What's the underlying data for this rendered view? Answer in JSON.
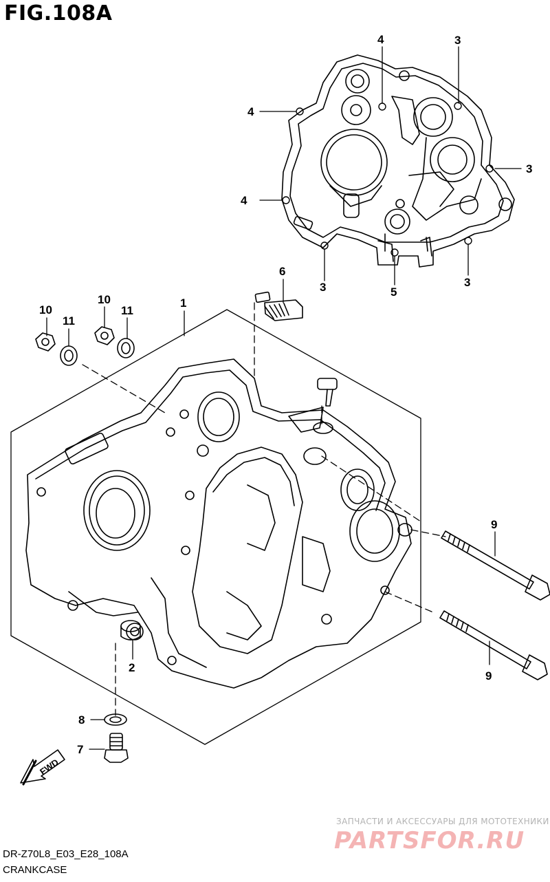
{
  "figure": {
    "title": "FIG.108A"
  },
  "callouts": {
    "c1": "1",
    "c2": "2",
    "c3a": "3",
    "c3b": "3",
    "c3c": "3",
    "c3d": "3",
    "c4a": "4",
    "c4b": "4",
    "c4c": "4",
    "c5": "5",
    "c6": "6",
    "c7": "7",
    "c8": "8",
    "c9a": "9",
    "c9b": "9",
    "c10a": "10",
    "c10b": "10",
    "c11a": "11",
    "c11b": "11"
  },
  "fwd_label": "FWD",
  "footer": {
    "diagram_code": "DR-Z70L8_E03_E28_108A",
    "section_name": "CRANKCASE"
  },
  "watermark": {
    "tagline": "ЗАПЧАСТИ И АКСЕССУАРЫ ДЛЯ МОТОТЕХНИКИ",
    "logo": "PARTSFOR.RU"
  }
}
